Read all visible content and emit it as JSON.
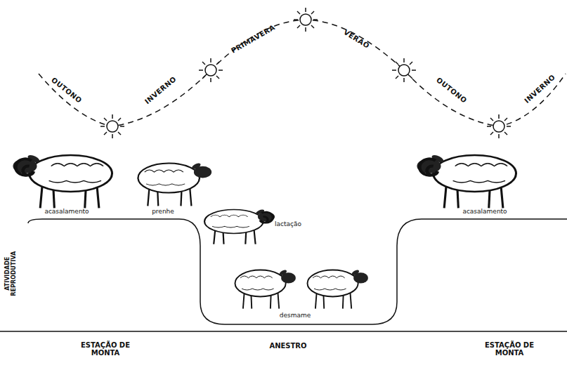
{
  "diagram": {
    "labels": [
      "OUTONO",
      "INVERNO",
      "PRIMAVERA",
      "VERÃO",
      "OUTONO",
      "INVERNO",
      "acasalamento",
      "prenhe",
      "lactação",
      "desmame",
      "acasalamento",
      "ATIVIDADE REPRODUTIVA",
      "ESTAÇÃO DE MONTA",
      "ANESTRO",
      "ESTAÇÃO DE MONTA"
    ]
  }
}
